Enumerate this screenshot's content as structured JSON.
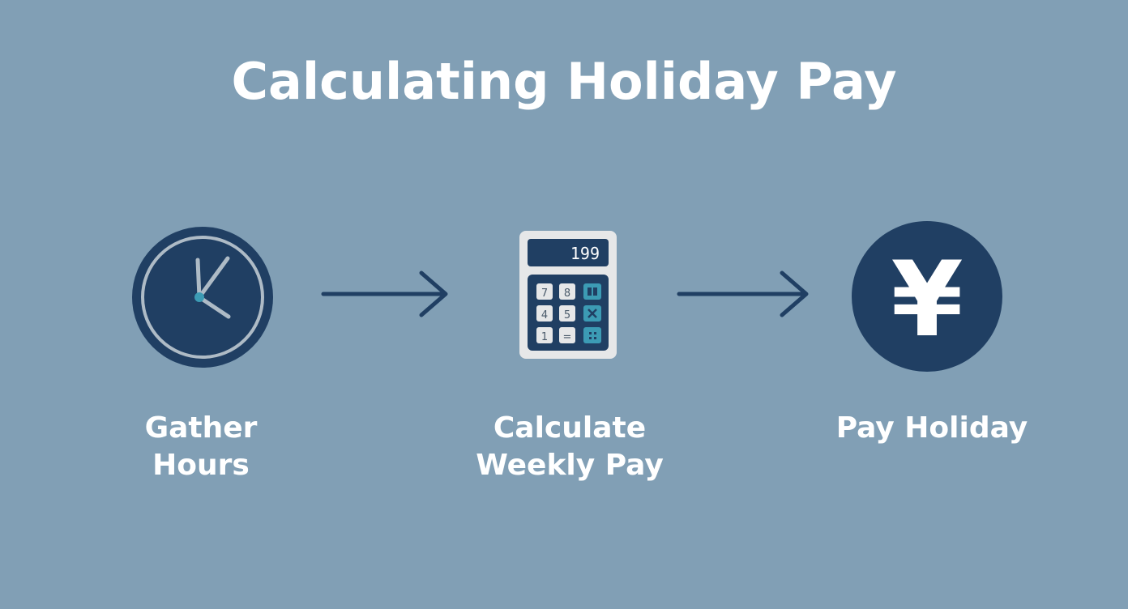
{
  "title": "Calculating Holiday Pay",
  "colors": {
    "background": "#819fb5",
    "icon_navy": "#203f63",
    "clock_ring": "#aebbc6",
    "accent_teal": "#3c9bb4",
    "text": "#ffffff"
  },
  "steps": [
    {
      "icon": "clock-icon",
      "label_lines": [
        "Gather",
        "Hours"
      ]
    },
    {
      "icon": "calculator-icon",
      "display": "199",
      "keys": [
        "7",
        "8",
        "4",
        "5",
        "1",
        "="
      ],
      "label_lines": [
        "Calculate",
        "Weekly Pay"
      ]
    },
    {
      "icon": "yen-icon",
      "symbol": "¥",
      "label_lines": [
        "Pay Holiday"
      ]
    }
  ],
  "connectors": [
    "arrow-right-icon",
    "arrow-right-icon"
  ]
}
